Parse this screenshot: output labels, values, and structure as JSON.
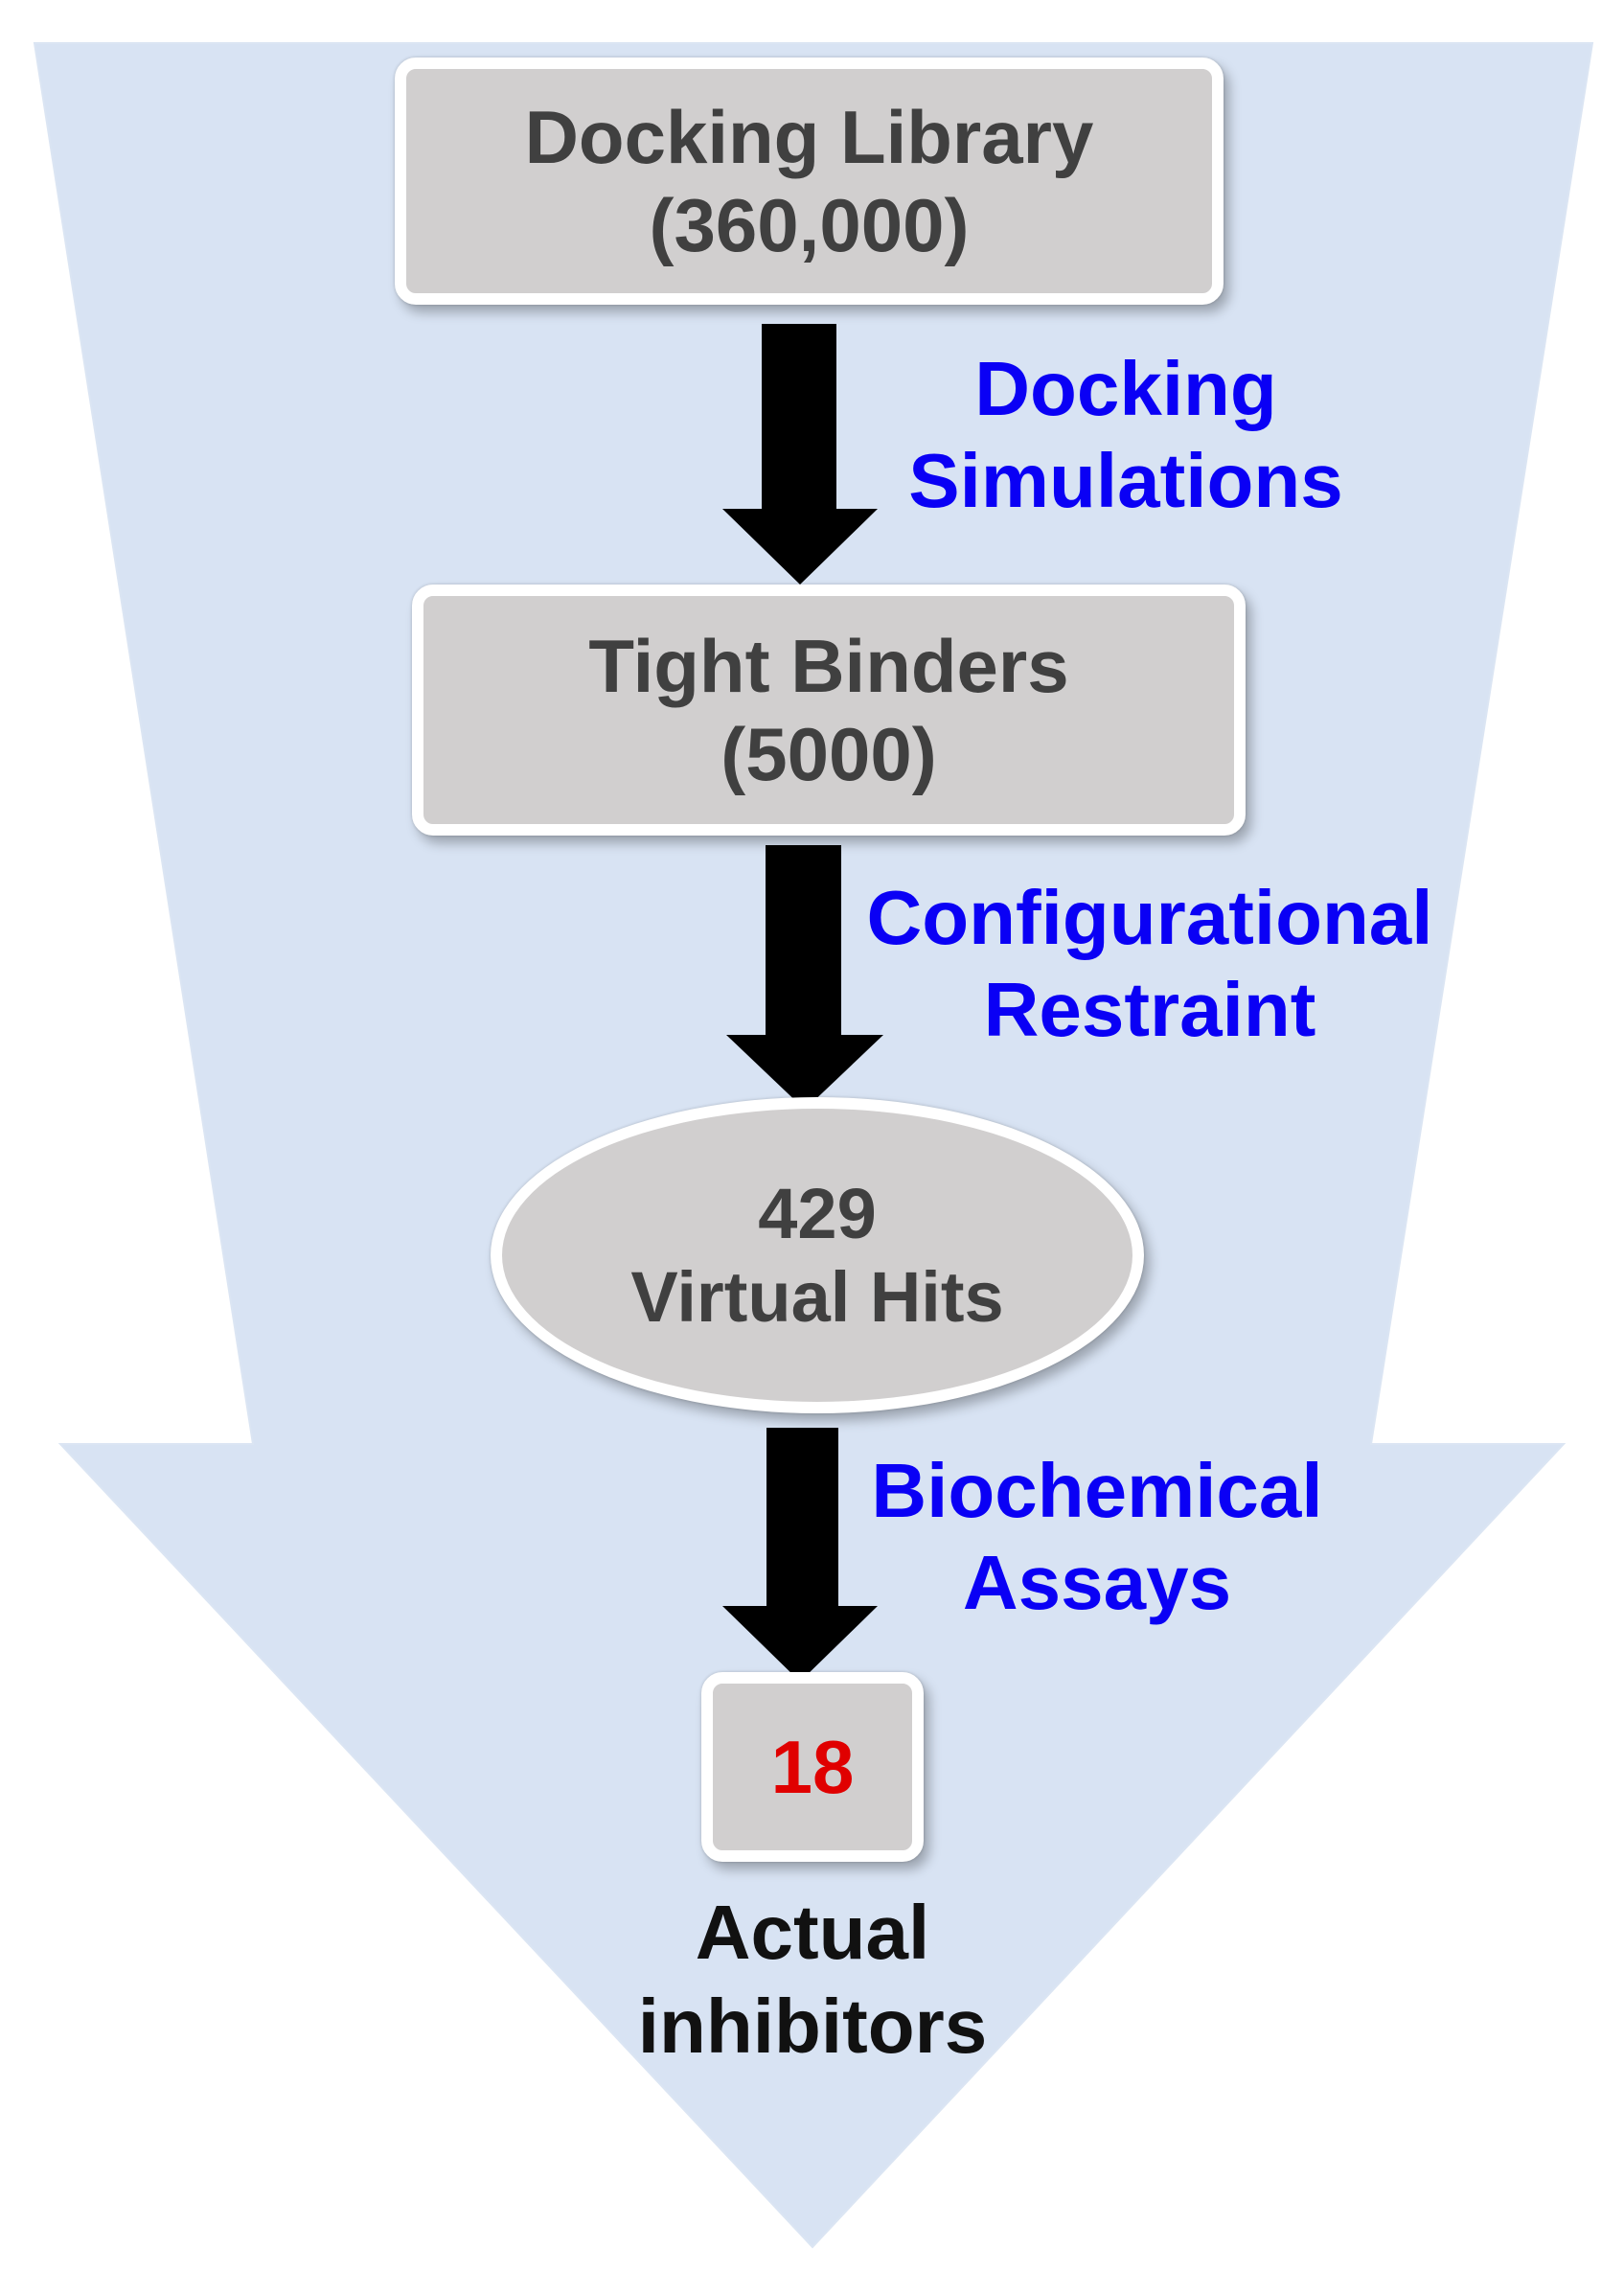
{
  "colors": {
    "funnel_fill": "#d8e3f3",
    "node_fill": "#d1cfcf",
    "node_text": "#404040",
    "step_label": "#0a00f5",
    "arrow": "#000000",
    "final_value": "#e00000",
    "caption": "#111111"
  },
  "stages": [
    {
      "line1": "Docking Library",
      "line2": "(360,000)"
    },
    {
      "line1": "Tight Binders",
      "line2": "(5000)"
    },
    {
      "line1": "429",
      "line2": "Virtual Hits"
    }
  ],
  "steps": [
    {
      "line1": "Docking",
      "line2": "Simulations"
    },
    {
      "line1": "Configurational",
      "line2": "Restraint"
    },
    {
      "line1": "Biochemical",
      "line2": "Assays"
    }
  ],
  "final": {
    "value": "18",
    "caption_line1": "Actual",
    "caption_line2": "inhibitors"
  }
}
